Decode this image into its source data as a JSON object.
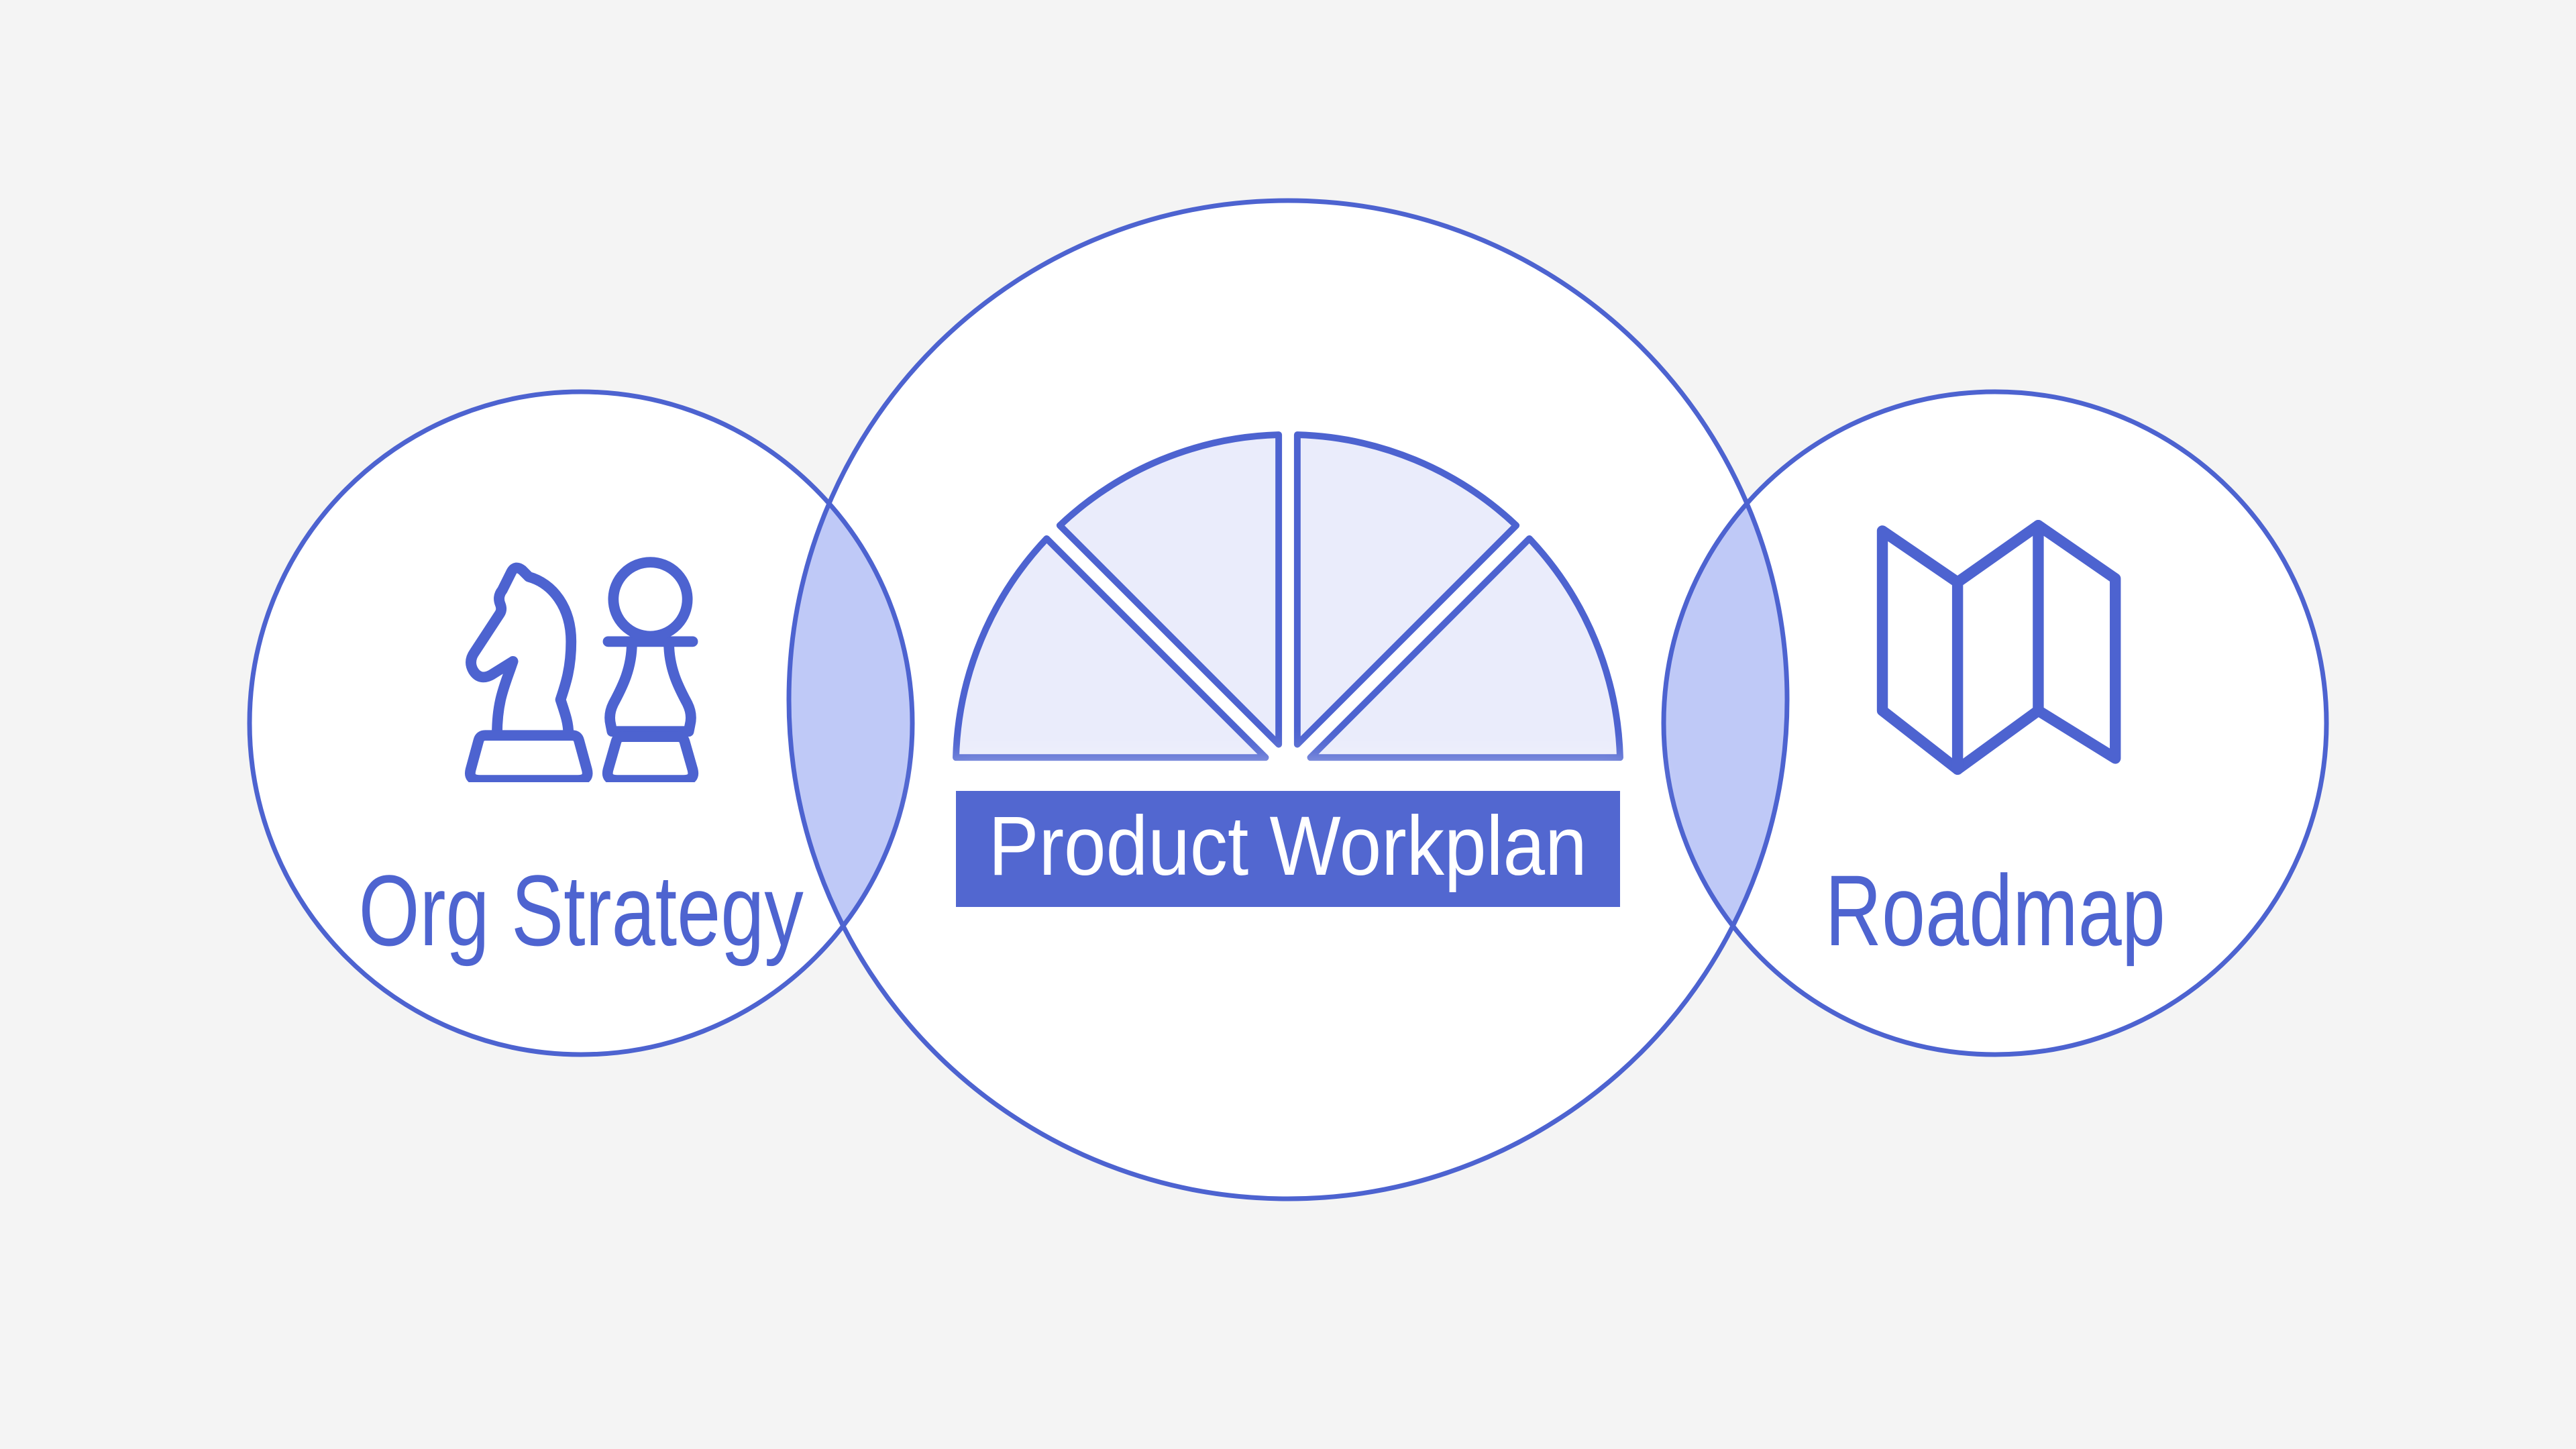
{
  "title": "Product Workplan venn diagram",
  "colors": {
    "background": "#f4f4f4",
    "outline_blue": "#4d63d0",
    "text_blue": "#4e64d0",
    "label_box_bg": "#5267d0",
    "label_box_text": "#ffffff",
    "overlap_fill": "#bfc9f7",
    "wedge_fill": "#eaecfb",
    "circle_fill": "#ffffff"
  },
  "diagram": {
    "left": {
      "label": "Org Strategy",
      "icon": "chess-pieces-icon"
    },
    "center": {
      "label": "Product Workplan",
      "icon": "fan-chart-icon"
    },
    "right": {
      "label": "Roadmap",
      "icon": "folded-map-icon"
    }
  }
}
